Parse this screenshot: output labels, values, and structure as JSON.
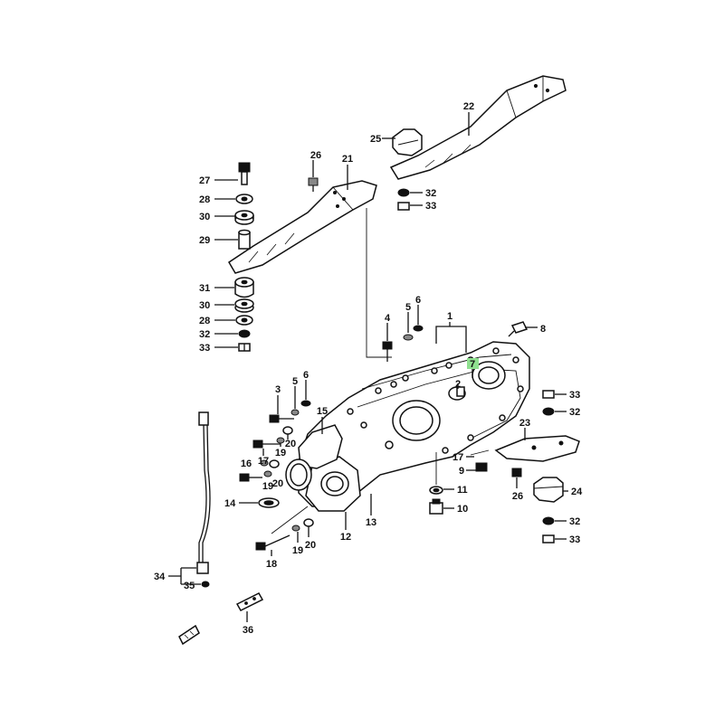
{
  "diagram": {
    "callout_color": "#111111",
    "highlight_color": "#8fe08f",
    "callouts": [
      "1",
      "2",
      "3",
      "4",
      "5",
      "6",
      "7",
      "8",
      "9",
      "10",
      "11",
      "12",
      "13",
      "14",
      "15",
      "16",
      "17",
      "18",
      "19",
      "20",
      "21",
      "22",
      "23",
      "24",
      "25",
      "26",
      "27",
      "28",
      "29",
      "30",
      "31",
      "32",
      "33",
      "34",
      "35",
      "36"
    ]
  }
}
